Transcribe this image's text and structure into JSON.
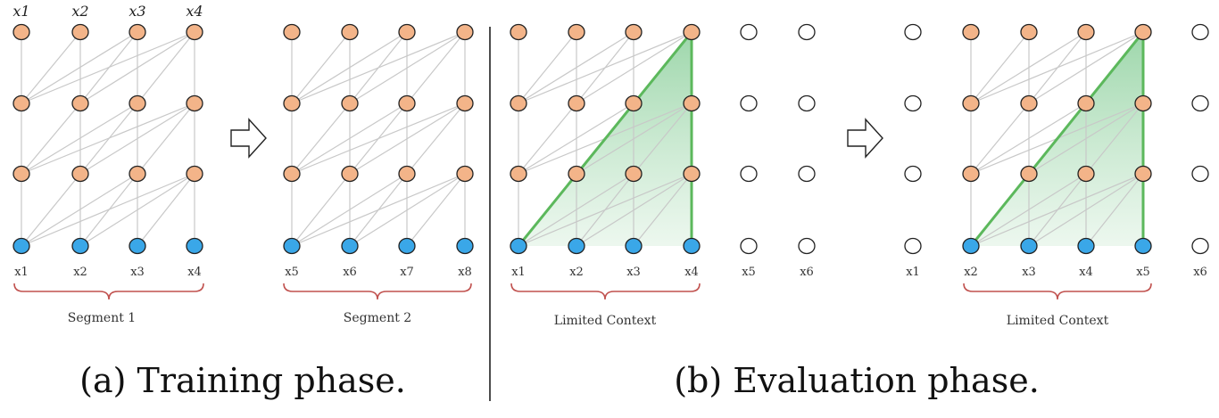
{
  "colors": {
    "hidden_node": "#F3B489",
    "input_node": "#3AA7E8",
    "empty_node": "#ffffff",
    "edge": "#C8C8C8",
    "brace": "#C0504D",
    "context_line": "#5CB85C",
    "context_fill": "#8FD19E"
  },
  "training": {
    "top_labels": [
      "x1",
      "x2",
      "x3",
      "x4"
    ],
    "segment1": {
      "input_labels": [
        "x1",
        "x2",
        "x3",
        "x4"
      ],
      "caption": "Segment 1"
    },
    "segment2": {
      "input_labels": [
        "x5",
        "x6",
        "x7",
        "x8"
      ],
      "caption": "Segment 2"
    },
    "phase_caption": "(a) Training phase."
  },
  "evaluation": {
    "panel1": {
      "input_labels": [
        "x1",
        "x2",
        "x3",
        "x4",
        "x5",
        "x6"
      ],
      "caption": "Limited Context"
    },
    "panel2": {
      "input_labels": [
        "x1",
        "x2",
        "x3",
        "x4",
        "x5",
        "x6"
      ],
      "caption": "Limited Context"
    },
    "phase_caption": "(b) Evaluation phase."
  },
  "icons": [
    "arrow-right-icon",
    "arrow-right-icon"
  ]
}
